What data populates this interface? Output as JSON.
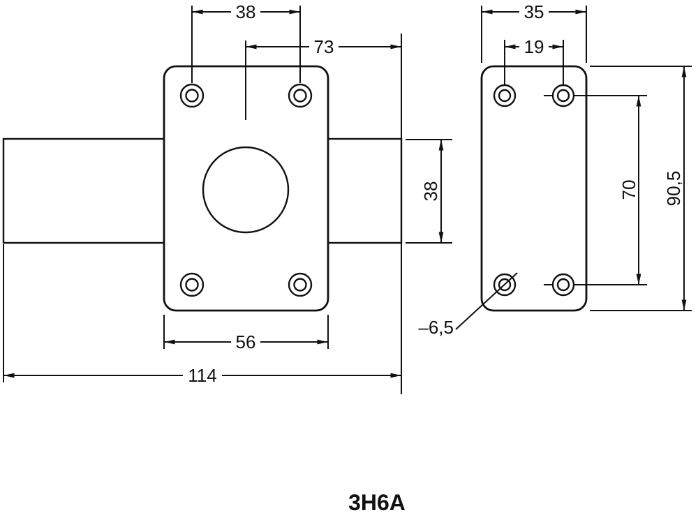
{
  "title": "3H6A",
  "colors": {
    "line": "#111111",
    "background": "#ffffff"
  },
  "front_view": {
    "dimensions": {
      "hole_spacing_top": "38",
      "center_to_bolt_end": "73",
      "bolt_height": "38",
      "body_width": "56",
      "overall_length": "114"
    }
  },
  "side_view": {
    "dimensions": {
      "plate_width": "35",
      "hole_spacing_horizontal": "19",
      "hole_spacing_vertical": "70",
      "plate_height": "90,5",
      "hole_diameter_callout": "–6,5"
    }
  }
}
